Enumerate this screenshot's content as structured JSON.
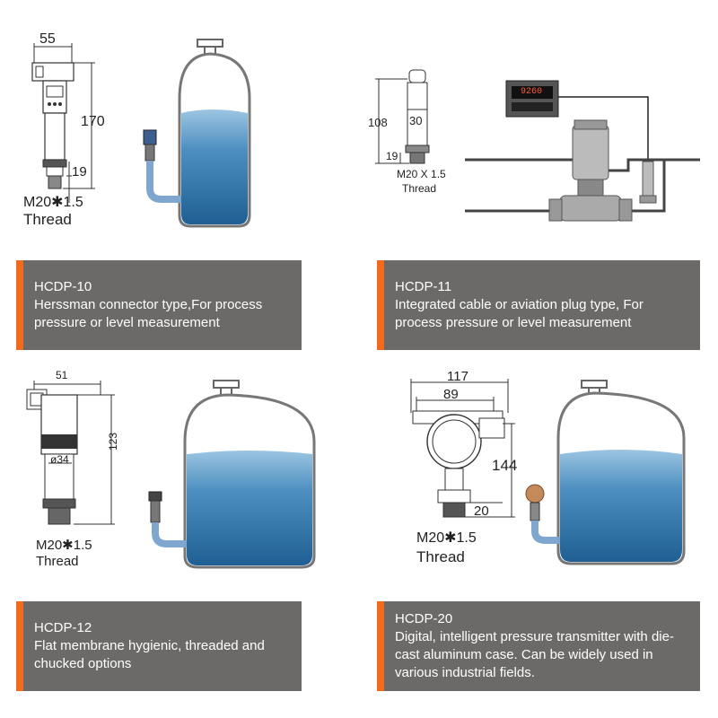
{
  "products": [
    {
      "model": "HCDP-10",
      "description": "Herssman connector type,For process pressure or level measurement",
      "dimensions": {
        "width": "55",
        "height": "170",
        "thread_len": "19"
      },
      "thread": "M20✱1.5",
      "thread_word": "Thread"
    },
    {
      "model": "HCDP-11",
      "description": "Integrated cable or aviation plug type, For process pressure or level measurement",
      "dimensions": {
        "height": "108",
        "body_dia": "30",
        "thread_len": "19"
      },
      "thread": "M20 X 1.5",
      "thread_word": "Thread",
      "controller_display": "9260"
    },
    {
      "model": "HCDP-12",
      "description": "Flat membrane hygienic, threaded and chucked options",
      "dimensions": {
        "width": "51",
        "height": "123",
        "dia": "ø34"
      },
      "thread": "M20✱1.5",
      "thread_word": "Thread"
    },
    {
      "model": "HCDP-20",
      "description": "Digital, intelligent pressure transmitter with die-cast aluminum case. Can be widely used in various industrial fields.",
      "dimensions": {
        "width_outer": "117",
        "width_inner": "89",
        "height": "144",
        "thread_len": "20"
      },
      "thread": "M20✱1.5",
      "thread_word": "Thread"
    }
  ],
  "colors": {
    "accent": "#f26a1b",
    "banner": "#6b6a68",
    "liquid": "#3d7fb0"
  },
  "icons": [
    "tank-illustration",
    "transmitter-drawing",
    "pipeline-pump-illustration",
    "digital-controller-icon"
  ]
}
